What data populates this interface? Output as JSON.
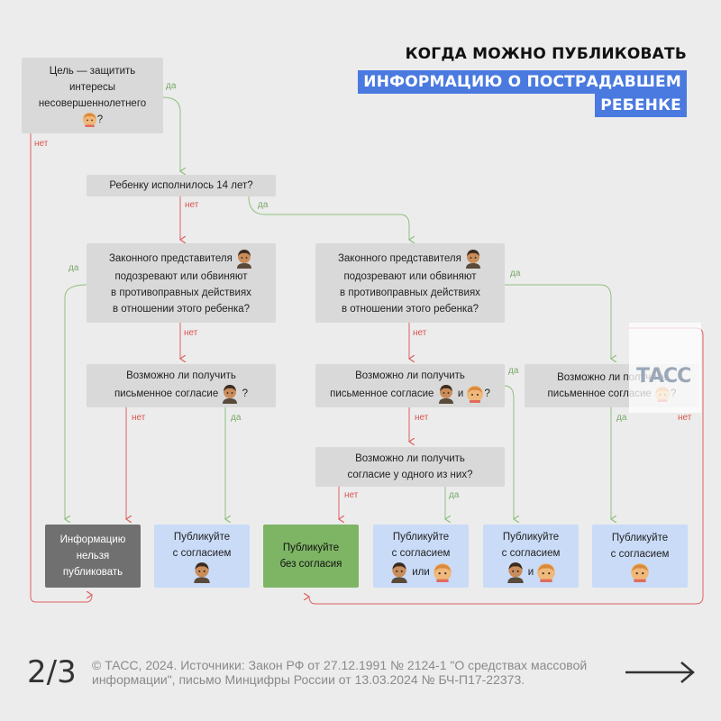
{
  "title": {
    "line1": "КОГДА МОЖНО ПУБЛИКОВАТЬ",
    "line2": "ИНФОРМАЦИЮ О ПОСТРАДАВШЕМ",
    "line3": "РЕБЕНКЕ"
  },
  "nodes": {
    "goal": [
      "Цель — защитить",
      "интересы",
      "несовершеннолетнего",
      "?"
    ],
    "age14": [
      "Ребенку исполнилось 14 лет?"
    ],
    "rep_left": [
      "Законного представителя",
      "подозревают или обвиняют",
      "в противоправных действиях",
      "в отношении этого ребенка?"
    ],
    "rep_mid": [
      "Законного представителя",
      "подозревают или обвиняют",
      "в противоправных действиях",
      "в отношении этого ребенка?"
    ],
    "consent_left": [
      "Возможно ли получить",
      "письменное согласие",
      "?"
    ],
    "consent_mid": [
      "Возможно ли получить",
      "письменное согласие",
      "и",
      "?"
    ],
    "consent_right": [
      "Возможно ли получить",
      "письменное согласие",
      "?"
    ],
    "consent_one": [
      "Возможно ли получить",
      "согласие у одного из них?"
    ],
    "no_publish": [
      "Информацию",
      "нельзя",
      "публиковать"
    ],
    "pub_consent_1": [
      "Публикуйте",
      "с согласием"
    ],
    "pub_no_consent": [
      "Публикуйте",
      "без согласия"
    ],
    "pub_or": [
      "Публикуйте",
      "с согласием",
      "или"
    ],
    "pub_and": [
      "Публикуйте",
      "с согласием",
      "и"
    ],
    "pub_consent_2": [
      "Публикуйте",
      "с согласием"
    ]
  },
  "labels": {
    "yes": "да",
    "no": "нет"
  },
  "logo": "ТАСС",
  "page_number": "2/3",
  "footer": "© ТАСС, 2024.  Источники: Закон РФ от 27.12.1991 № 2124-1 \"О средствах массовой информации\", письмо Минцифры России  от 13.03.2024 № БЧ-П17-22373.",
  "colors": {
    "accent": "#4a7ae0",
    "yes_line": "#8fbf7f",
    "no_line": "#e06060",
    "question_box": "#d9d9d9",
    "publish_box": "#c9dbf7",
    "green_box": "#7eb565",
    "gray_box": "#707070"
  },
  "icons": [
    "child-icon",
    "adult-icon",
    "arrow-right-icon"
  ]
}
